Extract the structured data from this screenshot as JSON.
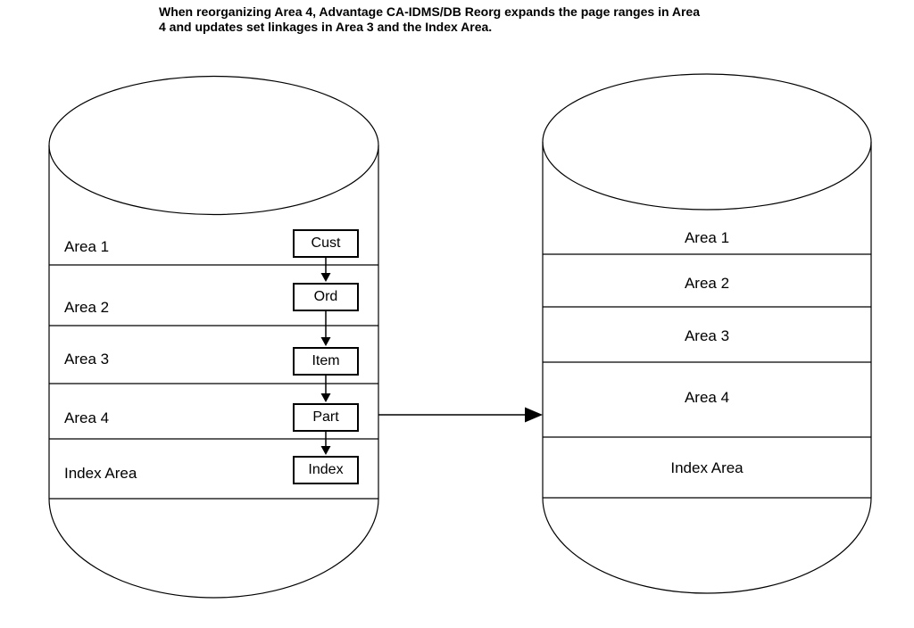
{
  "caption": {
    "lines": [
      "When reorganizing Area 4, Advantage CA-IDMS/DB Reorg expands the page ranges in Area",
      "4 and updates set linkages in Area 3 and the Index Area."
    ]
  },
  "left_cylinder": {
    "areas": [
      {
        "label": "Area 1",
        "record": "Cust"
      },
      {
        "label": "Area 2",
        "record": "Ord"
      },
      {
        "label": "Area 3",
        "record": "Item"
      },
      {
        "label": "Area 4",
        "record": "Part"
      },
      {
        "label": "Index Area",
        "record": "Index"
      }
    ]
  },
  "right_cylinder": {
    "areas": [
      {
        "label": "Area 1"
      },
      {
        "label": "Area 2"
      },
      {
        "label": "Area 3"
      },
      {
        "label": "Area 4"
      },
      {
        "label": "Index Area"
      }
    ]
  },
  "colors": {
    "line": "#000000",
    "text": "#000000",
    "background": "#ffffff"
  }
}
